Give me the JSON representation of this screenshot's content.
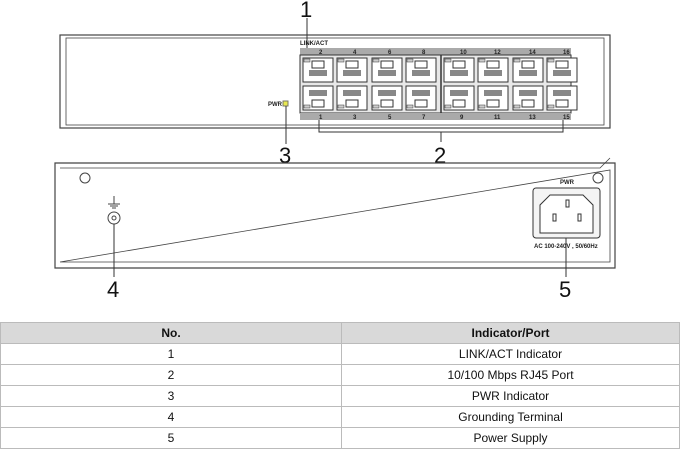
{
  "diagram": {
    "callouts": [
      "1",
      "2",
      "3",
      "4",
      "5"
    ],
    "front": {
      "link_act_label": "LINK/ACT",
      "pwr_label": "PWR",
      "top_port_numbers": [
        "2",
        "4",
        "6",
        "8",
        "10",
        "12",
        "14",
        "16"
      ],
      "bottom_port_numbers": [
        "1",
        "3",
        "5",
        "7",
        "9",
        "11",
        "13",
        "15"
      ]
    },
    "rear": {
      "pwr_label": "PWR",
      "power_rating": "AC 100-240V , 50/60Hz"
    }
  },
  "table": {
    "headers": [
      "No.",
      "Indicator/Port"
    ],
    "rows": [
      [
        "1",
        "LINK/ACT Indicator"
      ],
      [
        "2",
        "10/100 Mbps RJ45 Port"
      ],
      [
        "3",
        "PWR Indicator"
      ],
      [
        "4",
        "Grounding Terminal"
      ],
      [
        "5",
        "Power Supply"
      ]
    ]
  }
}
